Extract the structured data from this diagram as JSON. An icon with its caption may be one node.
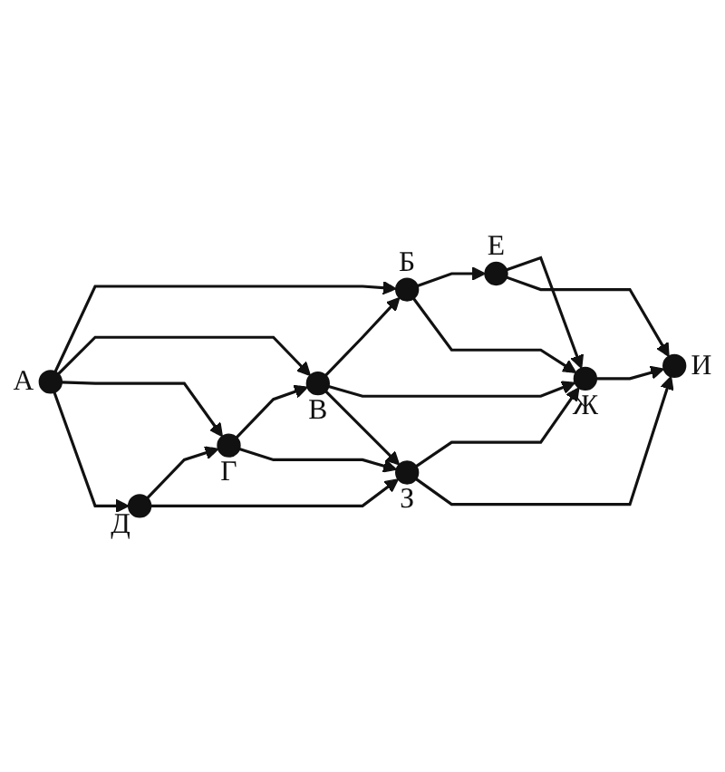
{
  "diagram": {
    "nodes": [
      {
        "text": [],
        "shape": "circle",
        "beside": [
          "А"
        ]
      },
      {
        "text": [],
        "shape": "circle",
        "beside": [
          "Б"
        ]
      },
      {
        "text": [],
        "shape": "circle",
        "beside": [
          "В"
        ]
      },
      {
        "text": [],
        "shape": "circle",
        "beside": [
          "Г"
        ]
      },
      {
        "text": [],
        "shape": "circle",
        "beside": [
          "Д"
        ]
      },
      {
        "text": [],
        "shape": "circle",
        "beside": [
          "Е"
        ]
      },
      {
        "text": [],
        "shape": "circle",
        "beside": [
          "Ж"
        ]
      },
      {
        "text": [],
        "shape": "circle",
        "beside": [
          "З"
        ]
      },
      {
        "text": [],
        "shape": "circle",
        "beside": [
          "И"
        ]
      }
    ],
    "edges": [
      {
        "from": 0,
        "to": 1,
        "arrow": "to"
      },
      {
        "from": 0,
        "to": 2,
        "arrow": "to"
      },
      {
        "from": 0,
        "to": 3,
        "arrow": "to"
      },
      {
        "from": 0,
        "to": 4,
        "arrow": "to"
      },
      {
        "from": 1,
        "to": 5,
        "arrow": "to"
      },
      {
        "from": 1,
        "to": 6,
        "arrow": "to"
      },
      {
        "from": 2,
        "to": 1,
        "arrow": "to"
      },
      {
        "from": 2,
        "to": 6,
        "arrow": "to"
      },
      {
        "from": 2,
        "to": 7,
        "arrow": "to"
      },
      {
        "from": 3,
        "to": 2,
        "arrow": "to"
      },
      {
        "from": 3,
        "to": 7,
        "arrow": "to"
      },
      {
        "from": 4,
        "to": 3,
        "arrow": "to"
      },
      {
        "from": 4,
        "to": 7,
        "arrow": "to"
      },
      {
        "from": 5,
        "to": 6,
        "arrow": "to"
      },
      {
        "from": 5,
        "to": 8,
        "arrow": "to"
      },
      {
        "from": 6,
        "to": 8,
        "arrow": "to"
      },
      {
        "from": 7,
        "to": 6,
        "arrow": "to"
      },
      {
        "from": 7,
        "to": 8,
        "arrow": "to"
      }
    ]
  }
}
